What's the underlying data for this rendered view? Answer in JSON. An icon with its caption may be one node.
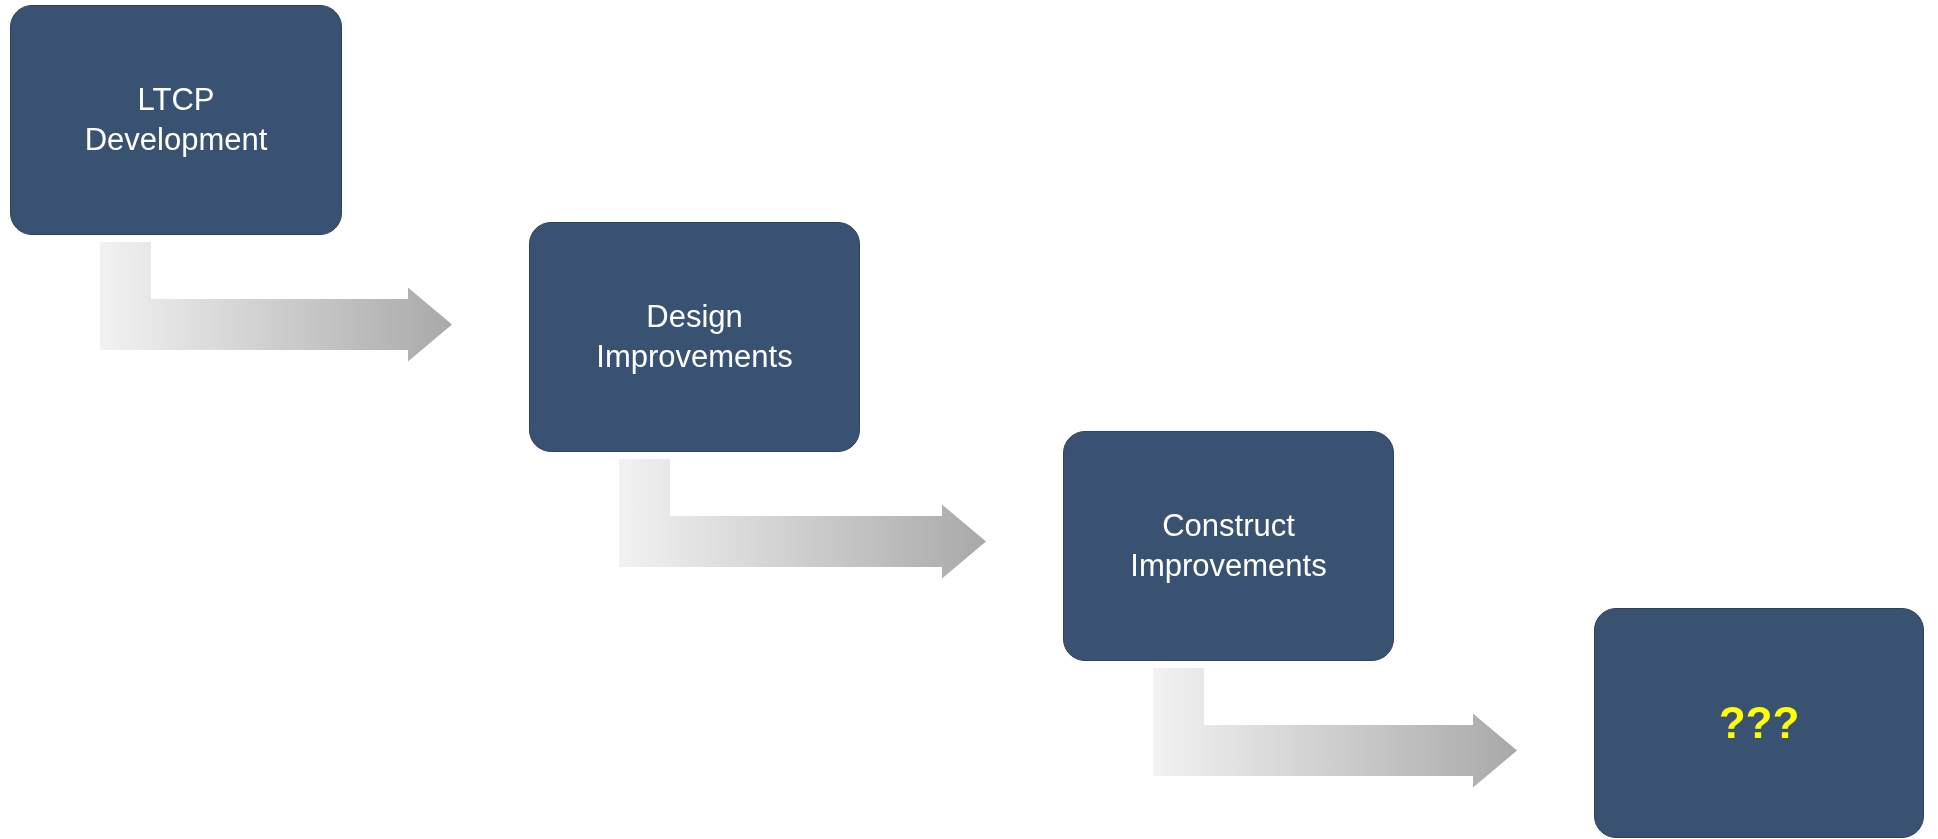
{
  "diagram": {
    "nodes": [
      {
        "text": [
          "LTCP Development"
        ]
      },
      {
        "text": [
          "Design Improvements"
        ]
      },
      {
        "text": [
          "Construct Improvements"
        ]
      },
      {
        "text": [
          "???"
        ]
      }
    ],
    "edges": [
      {
        "from": 0,
        "to": 1,
        "arrow": "to"
      },
      {
        "from": 1,
        "to": 2,
        "arrow": "to"
      },
      {
        "from": 2,
        "to": 3,
        "arrow": "to"
      }
    ]
  }
}
